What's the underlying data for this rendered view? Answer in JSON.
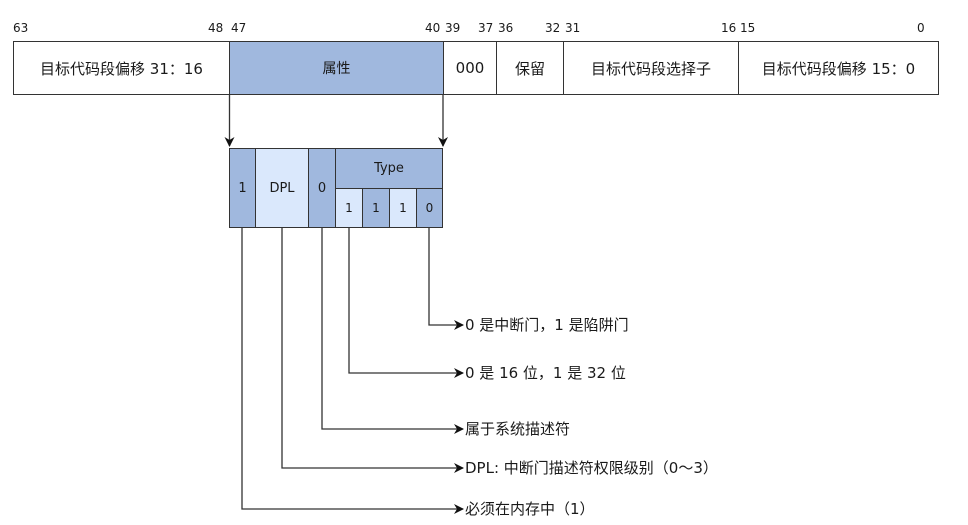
{
  "diagram": {
    "title": "中断门描述符格式",
    "bit_labels": [
      {
        "text": "63",
        "pos": "start-field-0"
      },
      {
        "text": "48",
        "pos": "end-field-0"
      },
      {
        "text": "47",
        "pos": "start-field-1"
      },
      {
        "text": "40",
        "pos": "end-field-1"
      },
      {
        "text": "39",
        "pos": "start-field-2"
      },
      {
        "text": "37",
        "pos": "end-field-2"
      },
      {
        "text": "36",
        "pos": "start-field-3"
      },
      {
        "text": "32",
        "pos": "end-field-3"
      },
      {
        "text": "31",
        "pos": "start-field-4"
      },
      {
        "text": "16",
        "pos": "end-field-4"
      },
      {
        "text": "15",
        "pos": "start-field-5"
      },
      {
        "text": "0",
        "pos": "end-field-5"
      }
    ],
    "fields": [
      {
        "label": "目标代码段偏移 31：16",
        "bits": "63-48"
      },
      {
        "label": "属性",
        "bits": "47-40",
        "highlight": true
      },
      {
        "label": "000",
        "bits": "39-37"
      },
      {
        "label": "保留",
        "bits": "36-32"
      },
      {
        "label": "目标代码段选择子",
        "bits": "31-16"
      },
      {
        "label": "目标代码段偏移 15：0",
        "bits": "15-0"
      }
    ],
    "attribute_detail": {
      "p": "1",
      "dpl": "DPL",
      "s": "0",
      "type_header": "Type",
      "type_bits": [
        "1",
        "1",
        "1",
        "0"
      ]
    },
    "annotations": [
      {
        "text": "0 是中断门，1 是陷阱门",
        "from": "type-bit-0"
      },
      {
        "text": "0 是 16 位，1 是 32 位",
        "from": "type-bit-3"
      },
      {
        "text": "属于系统描述符",
        "from": "s-bit"
      },
      {
        "text": "DPL: 中断门描述符权限级别（0～3）",
        "from": "dpl"
      },
      {
        "text": "必须在内存中（1）",
        "from": "p-bit"
      }
    ],
    "colors": {
      "dark_fill": "#a0b8de",
      "light_fill": "#dae8fc",
      "stroke": "#333333"
    }
  }
}
